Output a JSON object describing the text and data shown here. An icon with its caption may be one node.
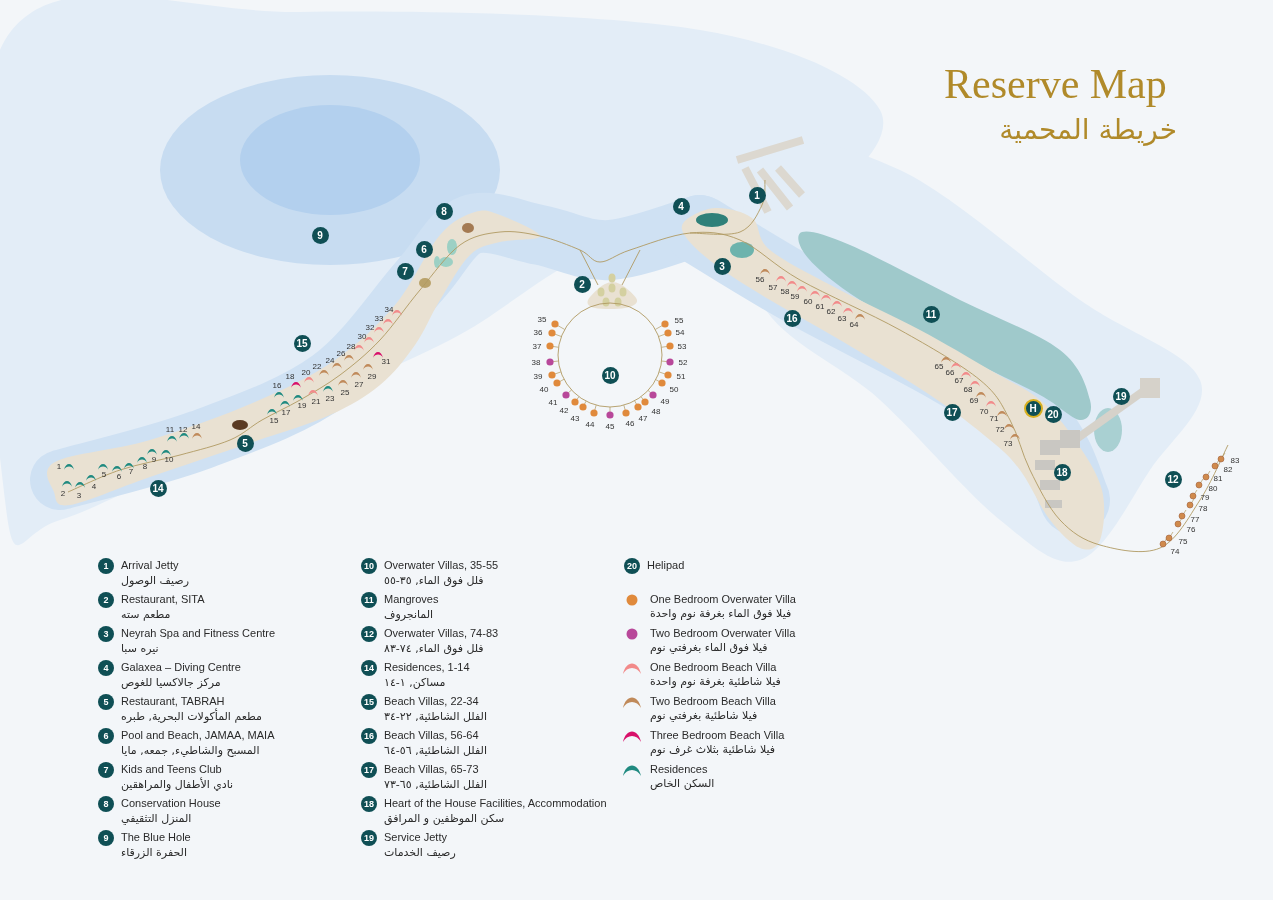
{
  "diagram": {
    "title": "Reserve Map",
    "nodes": [
      {
        "text": [
          "1"
        ]
      },
      {
        "text": [
          "2"
        ]
      },
      {
        "text": [
          "3"
        ]
      },
      {
        "text": [
          "4"
        ]
      },
      {
        "text": [
          "5"
        ]
      },
      {
        "text": [
          "6"
        ]
      },
      {
        "text": [
          "7"
        ]
      },
      {
        "text": [
          "8"
        ]
      },
      {
        "text": [
          "9"
        ]
      },
      {
        "text": [
          "10"
        ]
      },
      {
        "text": [
          "11"
        ]
      },
      {
        "text": [
          "12"
        ]
      },
      {
        "text": [
          "14"
        ]
      },
      {
        "text": [
          "15"
        ]
      },
      {
        "text": [
          "16"
        ]
      },
      {
        "text": [
          "17"
        ]
      },
      {
        "text": [
          "18"
        ]
      },
      {
        "text": [
          "19"
        ]
      },
      {
        "text": [
          "20"
        ]
      },
      {
        "text": [
          "H"
        ]
      },
      {
        "text": [
          "1"
        ],
        "beside": [
          "Arrival Jetty",
          "رصيف الوصول"
        ]
      },
      {
        "text": [
          "2"
        ],
        "beside": [
          "Restaurant, SITA",
          "مطعم سته"
        ]
      },
      {
        "text": [
          "3"
        ],
        "beside": [
          "Neyrah Spa and Fitness Centre",
          "نيره سبا"
        ]
      },
      {
        "text": [
          "4"
        ],
        "beside": [
          "Galaxea – Diving Centre",
          "مركز جالاكسيا للغوص"
        ]
      },
      {
        "text": [
          "5"
        ],
        "beside": [
          "Restaurant, TABRAH",
          "مطعم المأكولات البحرية, طبره"
        ]
      },
      {
        "text": [
          "6"
        ],
        "beside": [
          "Pool and Beach, JAMAA, MAIA",
          "المسبح والشاطيء, جمعه, مايا"
        ]
      },
      {
        "text": [
          "7"
        ],
        "beside": [
          "Kids and Teens Club",
          "نادي الأطفال والمراهقين"
        ]
      },
      {
        "text": [
          "8"
        ],
        "beside": [
          "Conservation House",
          "المنزل التثقيفي"
        ]
      },
      {
        "text": [
          "9"
        ],
        "beside": [
          "The Blue Hole",
          "الحفرة الزرقاء"
        ]
      },
      {
        "text": [
          "10"
        ],
        "beside": [
          "Overwater Villas, 35-55",
          "فلل فوق الماء, ٣٥-٥٥"
        ]
      },
      {
        "text": [
          "11"
        ],
        "beside": [
          "Mangroves",
          "المانجروف"
        ]
      },
      {
        "text": [
          "12"
        ],
        "beside": [
          "Overwater Villas, 74-83",
          "فلل فوق الماء, ٧٤-٨٣"
        ]
      },
      {
        "text": [
          "14"
        ],
        "beside": [
          "Residences, 1-14",
          "مساكن, ١-١٤"
        ]
      },
      {
        "text": [
          "15"
        ],
        "beside": [
          "Beach Villas, 22-34",
          "الفلل الشاطئية, ٢٢-٣٤"
        ]
      },
      {
        "text": [
          "16"
        ],
        "beside": [
          "Beach Villas, 56-64",
          "الفلل الشاطئية, ٥٦-٦٤"
        ]
      },
      {
        "text": [
          "17"
        ],
        "beside": [
          "Beach Villas, 65-73",
          "الفلل الشاطئية, ٦٥-٧٣"
        ]
      },
      {
        "text": [
          "18"
        ],
        "beside": [
          "Heart of the House Facilities, Accommodation",
          "سكن الموظفين و المرافق"
        ]
      },
      {
        "text": [
          "19"
        ],
        "beside": [
          "Service Jetty",
          "رصيف الخدمات"
        ]
      },
      {
        "text": [
          "20"
        ],
        "beside": [
          "Helipad"
        ]
      }
    ],
    "labels": [
      "خريطة المحمية",
      "1",
      "2",
      "3",
      "4",
      "5",
      "6",
      "7",
      "8",
      "9",
      "10",
      "11",
      "12",
      "14",
      "15",
      "16",
      "17",
      "18",
      "19",
      "20",
      "21",
      "22",
      "23",
      "24",
      "25",
      "26",
      "27",
      "28",
      "29",
      "30",
      "31",
      "32",
      "33",
      "34",
      "35",
      "36",
      "37",
      "38",
      "39",
      "40",
      "41",
      "42",
      "43",
      "44",
      "45",
      "46",
      "47",
      "48",
      "49",
      "50",
      "51",
      "52",
      "53",
      "54",
      "55",
      "56",
      "57",
      "58",
      "59",
      "60",
      "61",
      "62",
      "63",
      "64",
      "65",
      "66",
      "67",
      "68",
      "69",
      "70",
      "71",
      "72",
      "73",
      "74",
      "75",
      "76",
      "77",
      "78",
      "79",
      "80",
      "81",
      "82",
      "83",
      "فيلا فوق الماء بغرفة نوم واحدة",
      "فيلا فوق الماء بغرفتي نوم",
      "فيلا شاطئية بغرفة نوم واحدة",
      "فيلا شاطئية بغرفتي نوم",
      "فيلا شاطئية بثلاث غرف نوم",
      "السكن الخاص"
    ],
    "legend": [
      {
        "text": "One Bedroom Overwater Villa",
        "color": "#e08a3c"
      },
      {
        "text": "Two Bedroom Overwater Villa",
        "color": "#b8489a"
      },
      {
        "text": "One Bedroom Beach Villa",
        "color": "#f28a8a"
      },
      {
        "text": "Two Bedroom Beach Villa",
        "color": "#c08a5a"
      },
      {
        "text": "Three Bedroom Beach Villa",
        "color": "#d8106a"
      },
      {
        "text": "Residences",
        "color": "#1f8a80"
      }
    ]
  }
}
